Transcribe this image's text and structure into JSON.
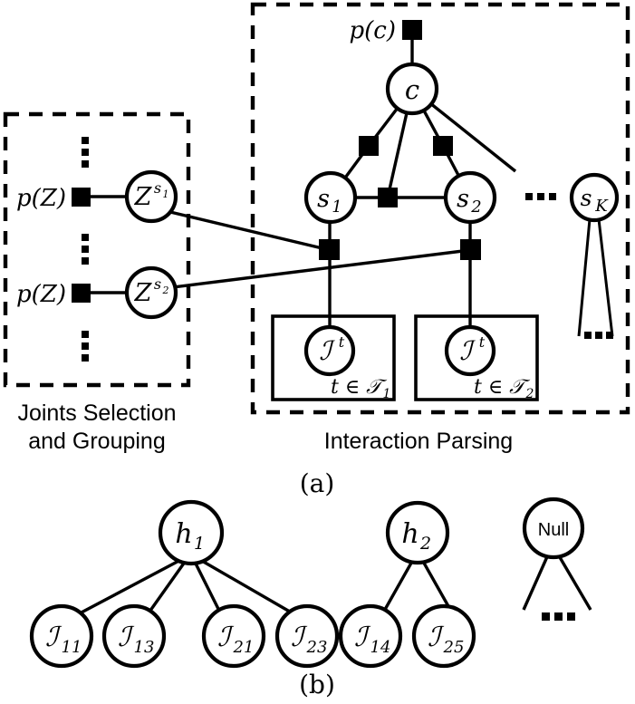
{
  "figure": {
    "panel_a_caption": "(a)",
    "panel_b_caption": "(b)",
    "left_group_label_line1": "Joints Selection",
    "left_group_label_line2": "and Grouping",
    "right_group_label": "Interaction Parsing"
  },
  "panel_a": {
    "prior_c_label": "p(c)",
    "prior_z1_label": "p(Z)",
    "prior_z2_label": "p(Z)",
    "nodes": {
      "c": "c",
      "z_s1": "Z",
      "z_s1_sup": "s",
      "z_s1_sup_sub": "1",
      "z_s2": "Z",
      "z_s2_sup": "s",
      "z_s2_sup_sub": "2",
      "s1": "s",
      "s1_sub": "1",
      "s2": "s",
      "s2_sub": "2",
      "sK": "s",
      "sK_sub": "K",
      "joint_t_1": "ℐ",
      "joint_t_1_sup": "t",
      "joint_t_2": "ℐ",
      "joint_t_2_sup": "t"
    },
    "plates": {
      "plate1_label_prefix": "t ∈ 𝒯",
      "plate1_label_sub": "1",
      "plate2_label_prefix": "t ∈ 𝒯",
      "plate2_label_sub": "2"
    },
    "ellipsis_between_s2_sK": "⋯",
    "ellipsis_under_sK": "⋯",
    "vertical_ellipsis_top": "⋮",
    "vertical_ellipsis_middle": "⋮",
    "vertical_ellipsis_bottom": "⋮"
  },
  "panel_b": {
    "groups": [
      {
        "root": "h",
        "root_sub": "1",
        "leaves": [
          {
            "symbol": "ℐ",
            "sub": "11"
          },
          {
            "symbol": "ℐ",
            "sub": "13"
          },
          {
            "symbol": "ℐ",
            "sub": "21"
          },
          {
            "symbol": "ℐ",
            "sub": "23"
          }
        ]
      },
      {
        "root": "h",
        "root_sub": "2",
        "leaves": [
          {
            "symbol": "ℐ",
            "sub": "14"
          },
          {
            "symbol": "ℐ",
            "sub": "25"
          }
        ]
      },
      {
        "root": "Null",
        "root_sub": "",
        "leaves": []
      }
    ],
    "null_ellipsis": "⋯"
  },
  "colors": {
    "stroke": "#000000",
    "fill": "#ffffff",
    "background": "#ffffff"
  }
}
